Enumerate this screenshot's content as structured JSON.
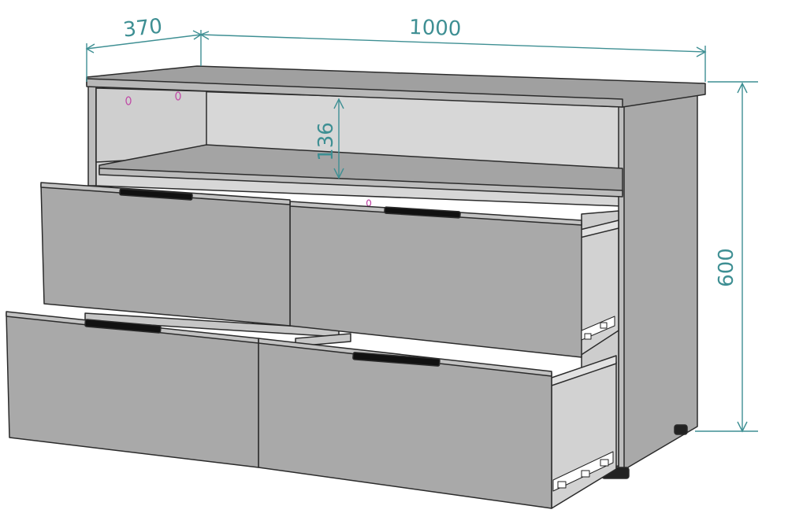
{
  "dimensions": {
    "depth": "370",
    "width": "1000",
    "shelf_height": "136",
    "height": "600"
  },
  "colors": {
    "panel": "#a9a9a9",
    "panel_dark": "#9a9a9a",
    "edge": "#2b2b2b",
    "interior": "#cfcfcf",
    "dimension_line": "#3e8f93",
    "handle": "#111111",
    "hole": "#c04aa6"
  },
  "icons": [
    "drawer-slide-icon",
    "shelf-pin-hole-icon",
    "drawer-handle-icon"
  ]
}
